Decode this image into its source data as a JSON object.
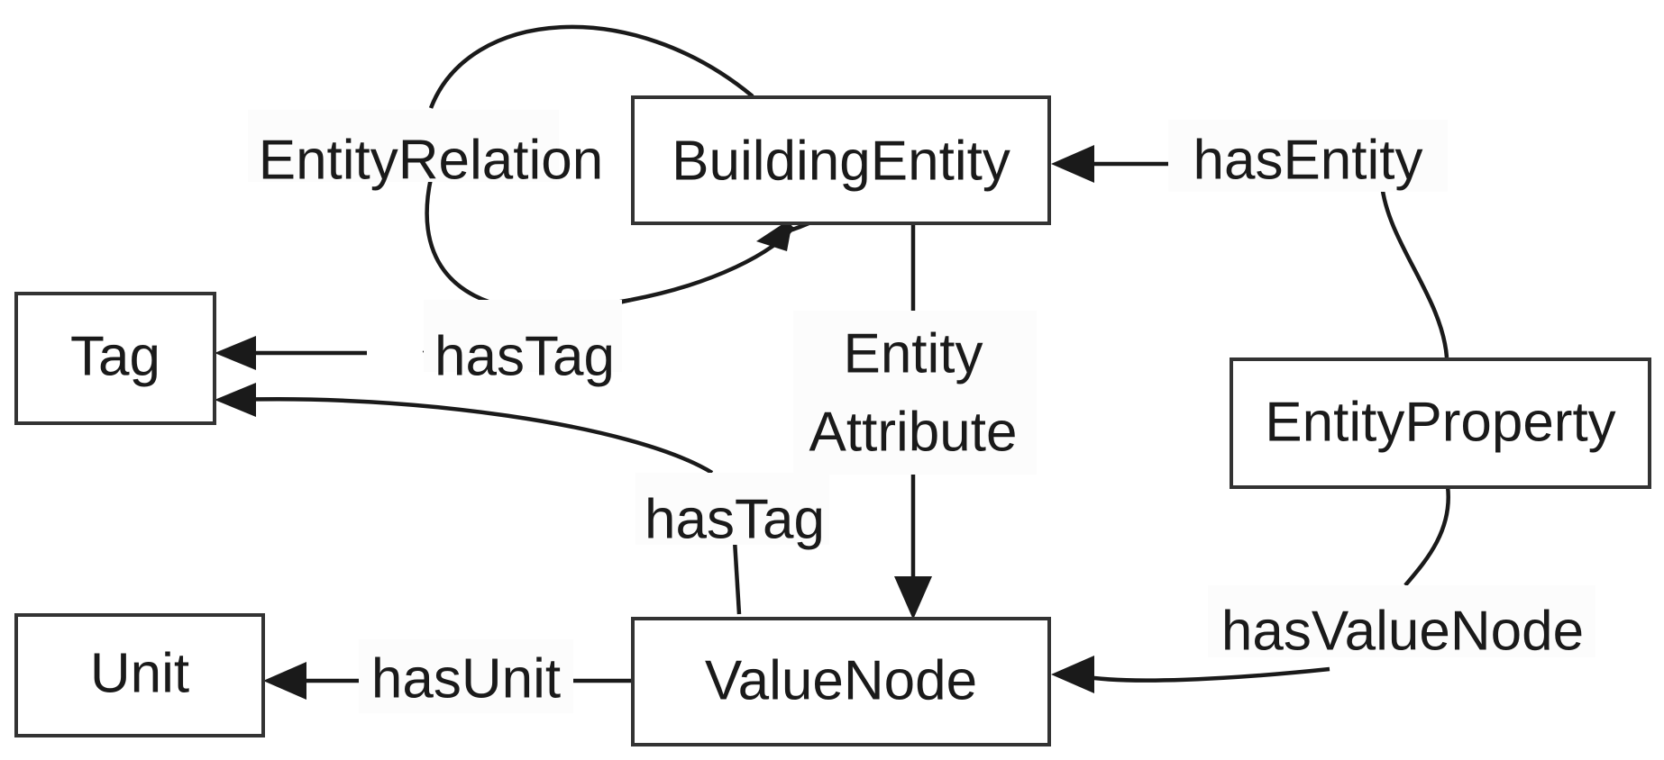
{
  "diagram": {
    "type": "ontology-class-diagram",
    "background_color": "#ffffff",
    "stroke_color": "#1a1a1a",
    "box_stroke_color": "#333333",
    "box_fill_color": "#ffffff",
    "nodes": [
      {
        "id": "building_entity",
        "label": "BuildingEntity"
      },
      {
        "id": "tag",
        "label": "Tag"
      },
      {
        "id": "unit",
        "label": "Unit"
      },
      {
        "id": "value_node",
        "label": "ValueNode"
      },
      {
        "id": "entity_property",
        "label": "EntityProperty"
      }
    ],
    "edges": [
      {
        "id": "entity_relation",
        "label": "EntityRelation",
        "from": "building_entity",
        "to": "building_entity"
      },
      {
        "id": "has_tag_top",
        "label": "hasTag",
        "from": "building_entity",
        "to": "tag"
      },
      {
        "id": "has_tag_bottom",
        "label": "hasTag",
        "from": "value_node",
        "to": "tag"
      },
      {
        "id": "entity_attribute",
        "label_line1": "Entity",
        "label_line2": "Attribute",
        "from": "building_entity",
        "to": "value_node"
      },
      {
        "id": "has_entity",
        "label": "hasEntity",
        "from": "entity_property",
        "to": "building_entity"
      },
      {
        "id": "has_value_node",
        "label": "hasValueNode",
        "from": "entity_property",
        "to": "value_node"
      },
      {
        "id": "has_unit",
        "label": "hasUnit",
        "from": "value_node",
        "to": "unit"
      }
    ]
  }
}
